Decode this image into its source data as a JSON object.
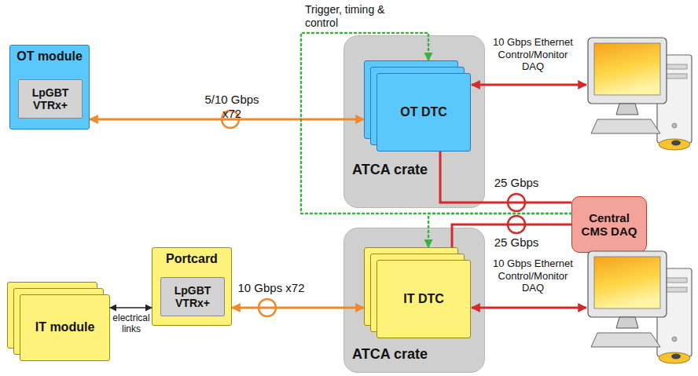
{
  "diagram": {
    "nodes": [
      {
        "text": [
          "OT module"
        ]
      },
      {
        "text": [
          "LpGBT VTRx+"
        ],
        "in": 0
      },
      {
        "text": [
          "ATCA crate"
        ]
      },
      {
        "text": [
          "OT DTC"
        ],
        "in": 2
      },
      {
        "text": [
          "Central CMS DAQ"
        ]
      },
      {
        "text": [
          "IT module"
        ]
      },
      {
        "text": [
          "Portcard"
        ]
      },
      {
        "text": [
          "LpGBT VTRx+"
        ],
        "in": 6
      },
      {
        "text": [
          "ATCA crate"
        ]
      },
      {
        "text": [
          "IT DTC"
        ],
        "in": 8
      }
    ],
    "edges": [
      {
        "from": 0,
        "to": 3,
        "arrow": "both",
        "label": "5/10 Gbps x72"
      },
      {
        "from": 5,
        "to": 6,
        "arrow": "both",
        "label": "electrical links"
      },
      {
        "from": 6,
        "to": 9,
        "arrow": "both",
        "label": "10 Gbps x72"
      },
      {
        "from": 3,
        "to": 4,
        "arrow": "none",
        "label": "25 Gbps"
      },
      {
        "from": 9,
        "to": 4,
        "arrow": "none",
        "label": "25 Gbps"
      },
      {
        "from": 4,
        "to": 3,
        "arrow": "to"
      },
      {
        "from": 4,
        "to": 9,
        "arrow": "to"
      }
    ],
    "labels": [
      "Trigger, timing & control",
      "10 Gbps Ethernet Control/Monitor DAQ",
      "10 Gbps Ethernet Control/Monitor DAQ"
    ]
  }
}
